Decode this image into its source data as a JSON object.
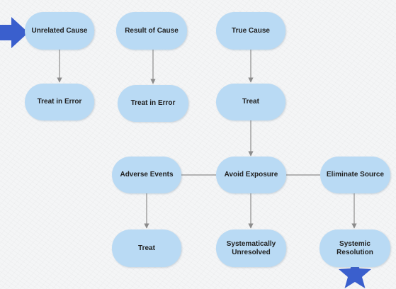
{
  "diagram": {
    "nodes": {
      "unrelated_cause": "Unrelated Cause",
      "result_of_cause": "Result of Cause",
      "true_cause": "True Cause",
      "treat_in_error_1": "Treat in Error",
      "treat_in_error_2": "Treat in Error",
      "treat_1": "Treat",
      "adverse_events": "Adverse Events",
      "avoid_exposure": "Avoid Exposure",
      "eliminate_source": "Eliminate Source",
      "treat_2": "Treat",
      "systematically_unresolved": "Systematically\nUnresolved",
      "systemic_resolution": "Systemic Resolution"
    },
    "colors": {
      "node_fill": "#b9daf4",
      "connector": "#8c8c8c",
      "marker": "#3a5fcd"
    },
    "markers": {
      "arrow_icon": "right-arrow-icon",
      "star_icon": "star-icon"
    }
  }
}
